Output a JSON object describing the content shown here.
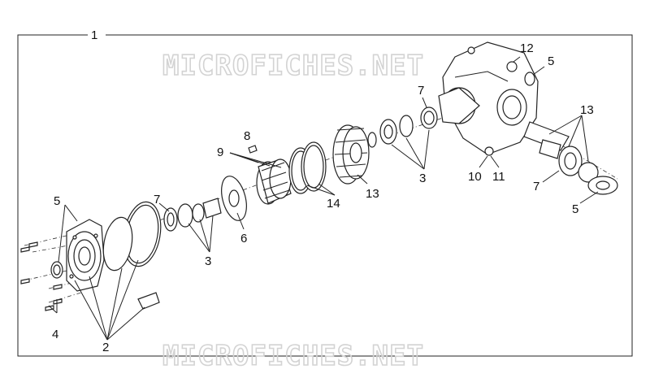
{
  "watermark_text": "MICROFICHES.NET",
  "callouts": {
    "assembly": "1",
    "screws_housing": "2",
    "bearing_set": "3",
    "bolts": "4",
    "oil_seal": "5",
    "spacer_plate": "6",
    "bearing": "7",
    "pin": "8",
    "clutch_parts": "9",
    "plug": "10",
    "drain_plug": "11",
    "breather": "12",
    "gear_set": "13",
    "shim_ring": "14"
  }
}
